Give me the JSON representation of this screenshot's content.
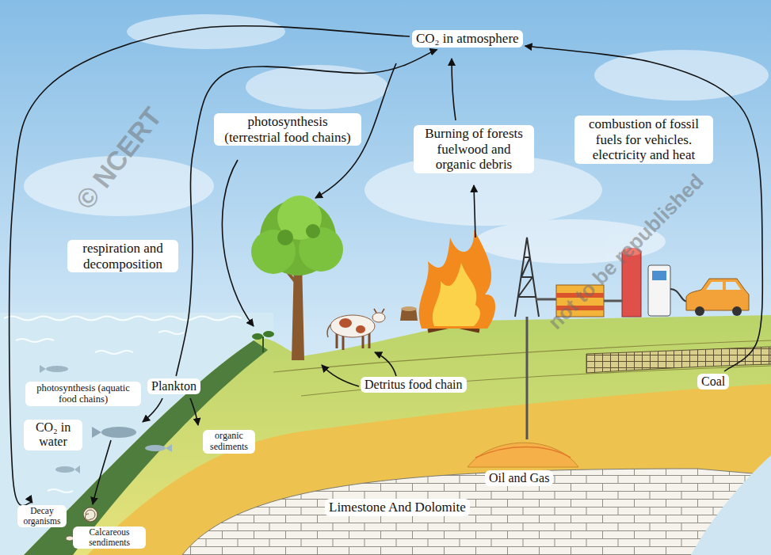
{
  "diagram": {
    "nodes": [
      {
        "text": [
          "CO₂ in atmosphere"
        ]
      },
      {
        "text": [
          "photosynthesis (terrestrial food chains)"
        ]
      },
      {
        "text": [
          "Burning of forests fuelwood and organic debris"
        ]
      },
      {
        "text": [
          "combustion of fossil fuels for vehicles. electricity and heat"
        ]
      },
      {
        "text": [
          "respiration and decomposition"
        ]
      },
      {
        "text": [
          "photosynthesis (aquatic food chains)"
        ]
      },
      {
        "text": [
          "Plankton"
        ]
      },
      {
        "text": [
          "CO₂ in water"
        ]
      },
      {
        "text": [
          "organic sediments"
        ]
      },
      {
        "text": [
          "Detritus food chain"
        ]
      },
      {
        "text": [
          "Coal"
        ]
      },
      {
        "text": [
          "Oil and Gas"
        ]
      },
      {
        "text": [
          "Limestone And Dolomite"
        ]
      },
      {
        "text": [
          "Decay organisms"
        ]
      },
      {
        "text": [
          "Calcareous sendiments"
        ]
      }
    ],
    "edges": [
      {
        "from": 0,
        "to": 13,
        "arrow": "to"
      },
      {
        "from": 6,
        "to": 0,
        "arrow": "to"
      },
      {
        "from": 10,
        "to": 0,
        "arrow": "to"
      }
    ],
    "labels": [
      "© NCERT",
      "not to be republished"
    ]
  }
}
